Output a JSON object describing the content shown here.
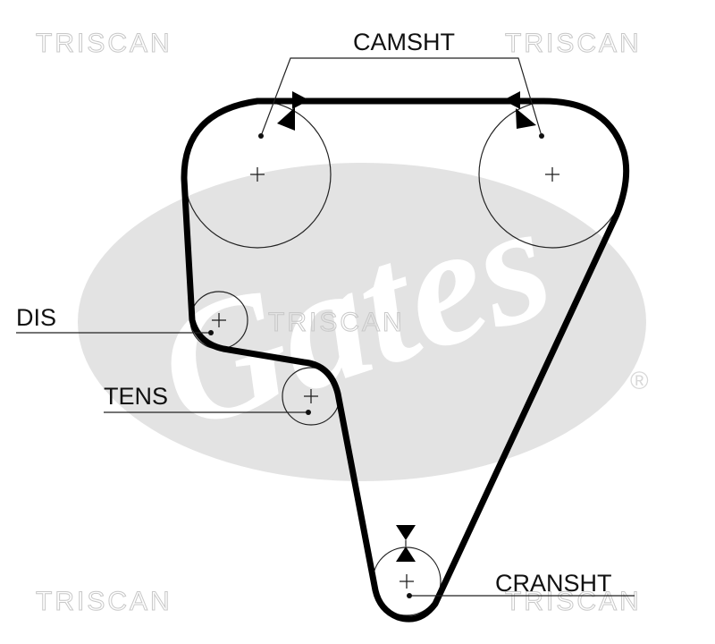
{
  "watermark": {
    "brand_text": "TRISCAN",
    "logo_text": "Gates",
    "registered_mark": "®"
  },
  "labels": {
    "camshaft": "CAMSHT",
    "distributor": "DIS",
    "tensioner": "TENS",
    "crankshaft": "CRANSHT"
  },
  "colors": {
    "belt": "#000000",
    "watermark_logo": "#e3e3e3",
    "watermark_text": "#c8c8c8"
  }
}
